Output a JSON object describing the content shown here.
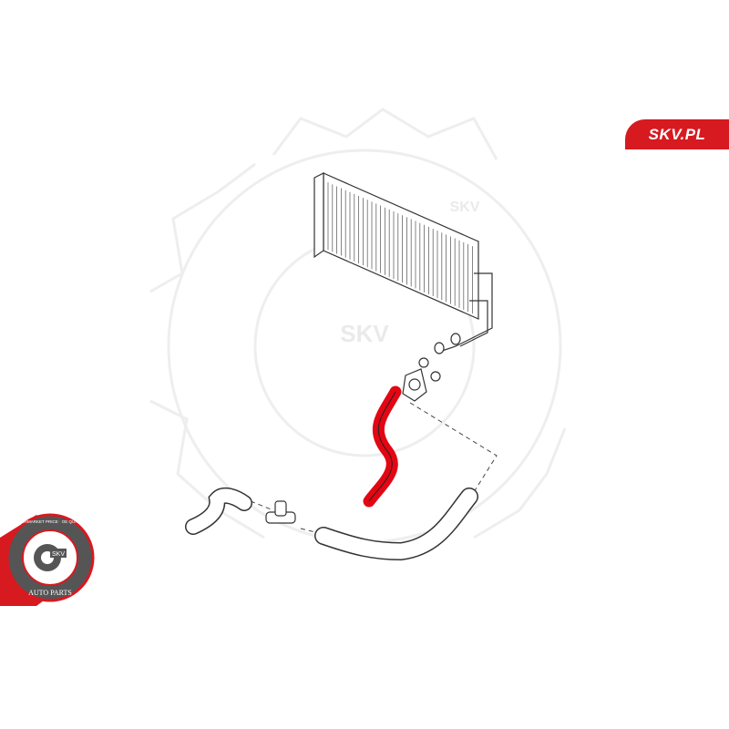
{
  "brand": {
    "label": "SKV.PL",
    "color": "#d71920"
  },
  "watermark": {
    "text": "SKV"
  },
  "badge": {
    "top_text": "AFTERMARKET PRICE · OE QUALITY",
    "center_text": "SKV",
    "bottom_text": "AUTO PARTS"
  },
  "highlight_color": "#e30613"
}
